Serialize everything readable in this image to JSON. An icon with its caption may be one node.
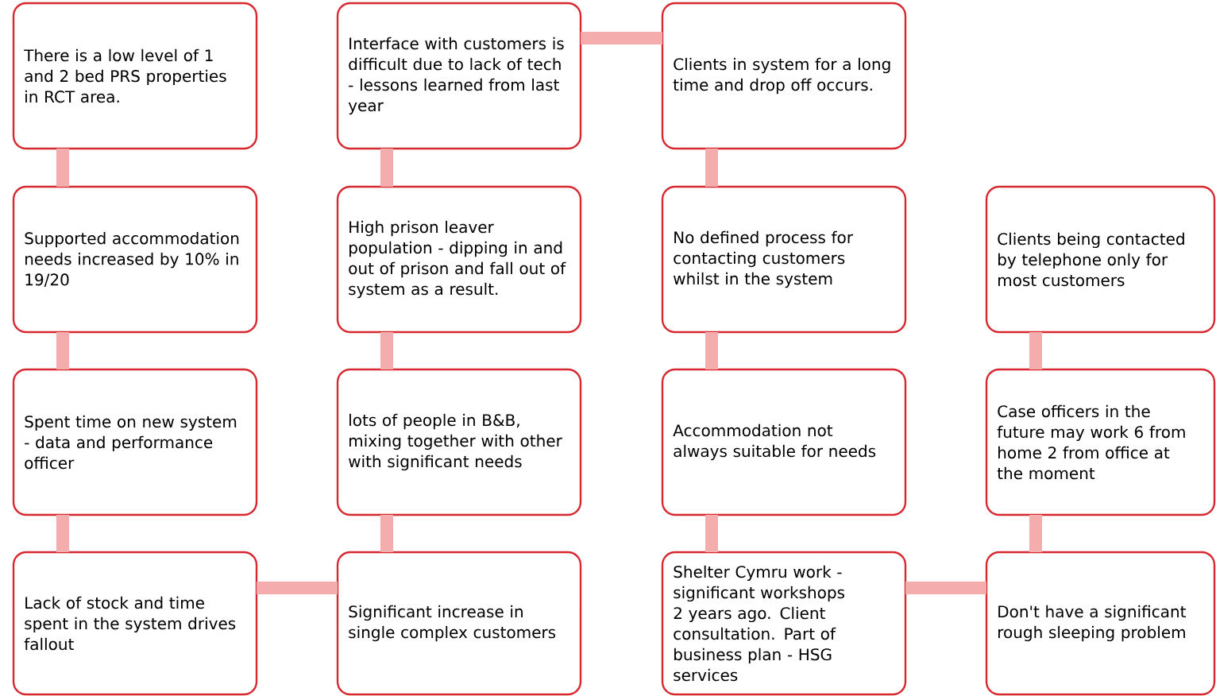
{
  "diagram": {
    "nodes": [
      {
        "text": [
          "There is a low level of 1 and 2 bed PRS properties in RCT area."
        ]
      },
      {
        "text": [
          "Interface with customers is difficult due to lack of tech - lessons learned from last year"
        ]
      },
      {
        "text": [
          "Clients in system for a long time and drop off occurs."
        ]
      },
      {
        "text": [
          "Supported accommodation needs increased by 10% in 19/20"
        ]
      },
      {
        "text": [
          "High prison leaver population - dipping in and out of prison and fall out of system as a result."
        ]
      },
      {
        "text": [
          "No defined process for contacting customers whilst in the system"
        ]
      },
      {
        "text": [
          "Clients being contacted by telephone only for most customers"
        ]
      },
      {
        "text": [
          "Spent time on new system - data and performance officer"
        ]
      },
      {
        "text": [
          "lots of people in B&B, mixing together with other with significant needs"
        ]
      },
      {
        "text": [
          "Accommodation not always suitable for needs"
        ]
      },
      {
        "text": [
          "Case officers in the future may work 6 from home 2 from office at the moment"
        ]
      },
      {
        "text": [
          "Lack of stock and time spent in the system drives fallout"
        ]
      },
      {
        "text": [
          "Significant increase in single complex customers"
        ]
      },
      {
        "text": [
          "Shelter Cymru work - significant workshops 2 years ago. Client consultation. Part of business plan - HSG services"
        ]
      },
      {
        "text": [
          "Don't have a significant rough sleeping problem"
        ]
      }
    ],
    "edges": [
      {
        "from": 0,
        "to": 3,
        "arrow": "none"
      },
      {
        "from": 3,
        "to": 7,
        "arrow": "none"
      },
      {
        "from": 7,
        "to": 11,
        "arrow": "none"
      },
      {
        "from": 11,
        "to": 12,
        "arrow": "none"
      },
      {
        "from": 12,
        "to": 8,
        "arrow": "none"
      },
      {
        "from": 8,
        "to": 4,
        "arrow": "none"
      },
      {
        "from": 4,
        "to": 1,
        "arrow": "none"
      },
      {
        "from": 1,
        "to": 2,
        "arrow": "none"
      },
      {
        "from": 2,
        "to": 5,
        "arrow": "none"
      },
      {
        "from": 5,
        "to": 9,
        "arrow": "none"
      },
      {
        "from": 9,
        "to": 13,
        "arrow": "none"
      },
      {
        "from": 13,
        "to": 14,
        "arrow": "none"
      },
      {
        "from": 14,
        "to": 10,
        "arrow": "none"
      },
      {
        "from": 10,
        "to": 6,
        "arrow": "none"
      }
    ]
  }
}
